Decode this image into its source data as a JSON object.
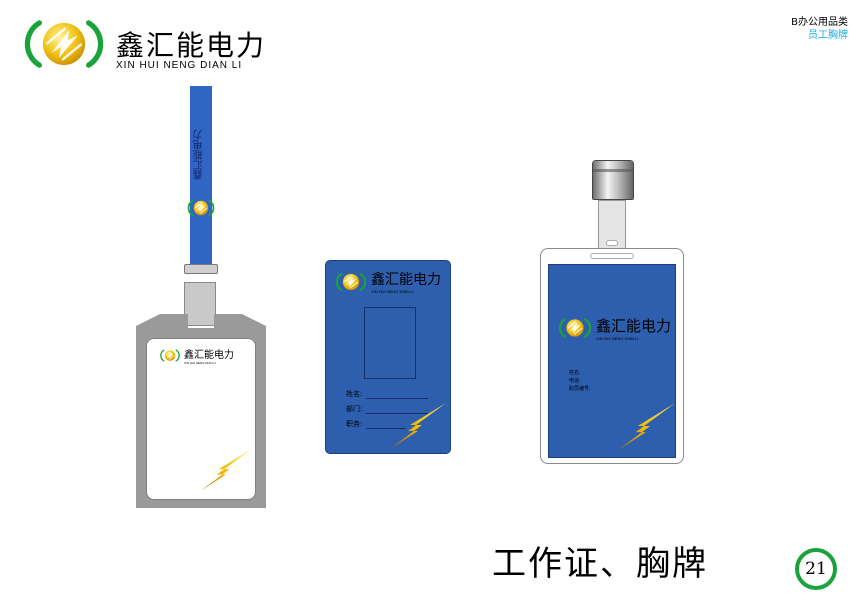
{
  "brand": {
    "name_cn": "鑫汇能电力",
    "name_en": "XIN HUI NENG DIAN LI"
  },
  "category": {
    "title": "B办公用品类",
    "subtitle": "员工胸牌"
  },
  "badge_blue": {
    "fields": [
      "姓名:",
      "部门:",
      "职务:"
    ]
  },
  "badge_clip": {
    "fields": [
      "姓名:",
      "电话:",
      "职员编号:"
    ]
  },
  "caption": "工作证、胸牌",
  "page_number": "21",
  "colors": {
    "badge_blue": "#2d5fae",
    "lanyard_blue": "#2f66c4",
    "holder_gray": "#9a9a9a",
    "bolt_yellow": "#f5c400",
    "logo_green": "#1aa33a",
    "accent_cyan": "#1ab0e0"
  }
}
